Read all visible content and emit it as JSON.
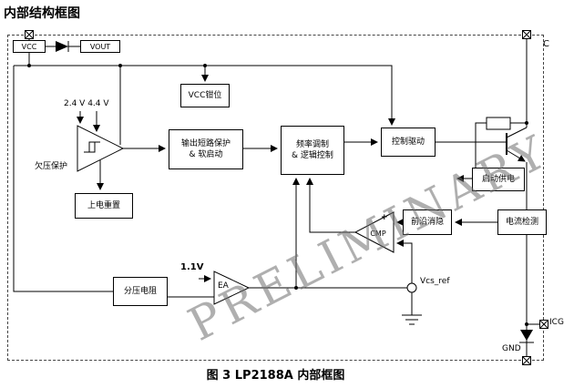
{
  "title": "内部结构框图",
  "caption": "图 3  LP2188A 内部框图",
  "watermark": "PRELIMINARY",
  "pins": {
    "vcc": "VCC",
    "vout": "VOUT",
    "c": "C",
    "icg": "ICG",
    "gnd": "GND"
  },
  "blocks": {
    "vcc_clamp": "VCC钳位",
    "short_protect_l1": "输出短路保护",
    "short_protect_l2": "& 软启动",
    "freq_l1": "频率调制",
    "freq_l2": "& 逻辑控制",
    "drive": "控制驱动",
    "startup": "启动供电",
    "current_sense": "电流检测",
    "blanking": "前沿消隐",
    "por": "上电重置",
    "divider": "分压电阻"
  },
  "labels": {
    "uvlo": "欠压保护",
    "thresholds": "2.4 V 4.4 V",
    "ref": "1.1V",
    "vcs_ref": "Vcs_ref",
    "cmp": "CMP",
    "cmp_plus": "+",
    "ea": "EA"
  }
}
